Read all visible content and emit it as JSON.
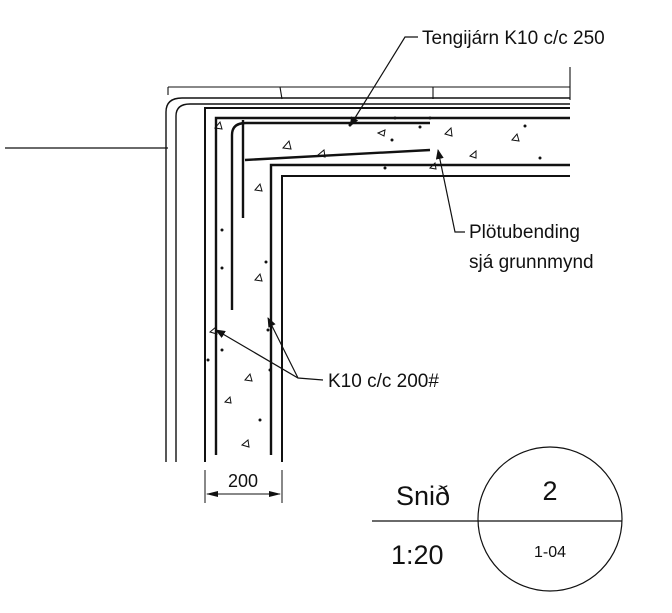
{
  "annotations": {
    "tie_bars": "Tengijárn K10 c/c 250",
    "slab_bending_line1": "Plötubending",
    "slab_bending_line2": "sjá grunnmynd",
    "wall_rebar": "K10 c/c 200#"
  },
  "dimension": {
    "wall_thickness": "200"
  },
  "section_title": {
    "label": "Snið",
    "scale": "1:20",
    "section_number": "2",
    "sheet_reference": "1-04"
  },
  "colors": {
    "line": "#111111",
    "background": "#ffffff"
  }
}
